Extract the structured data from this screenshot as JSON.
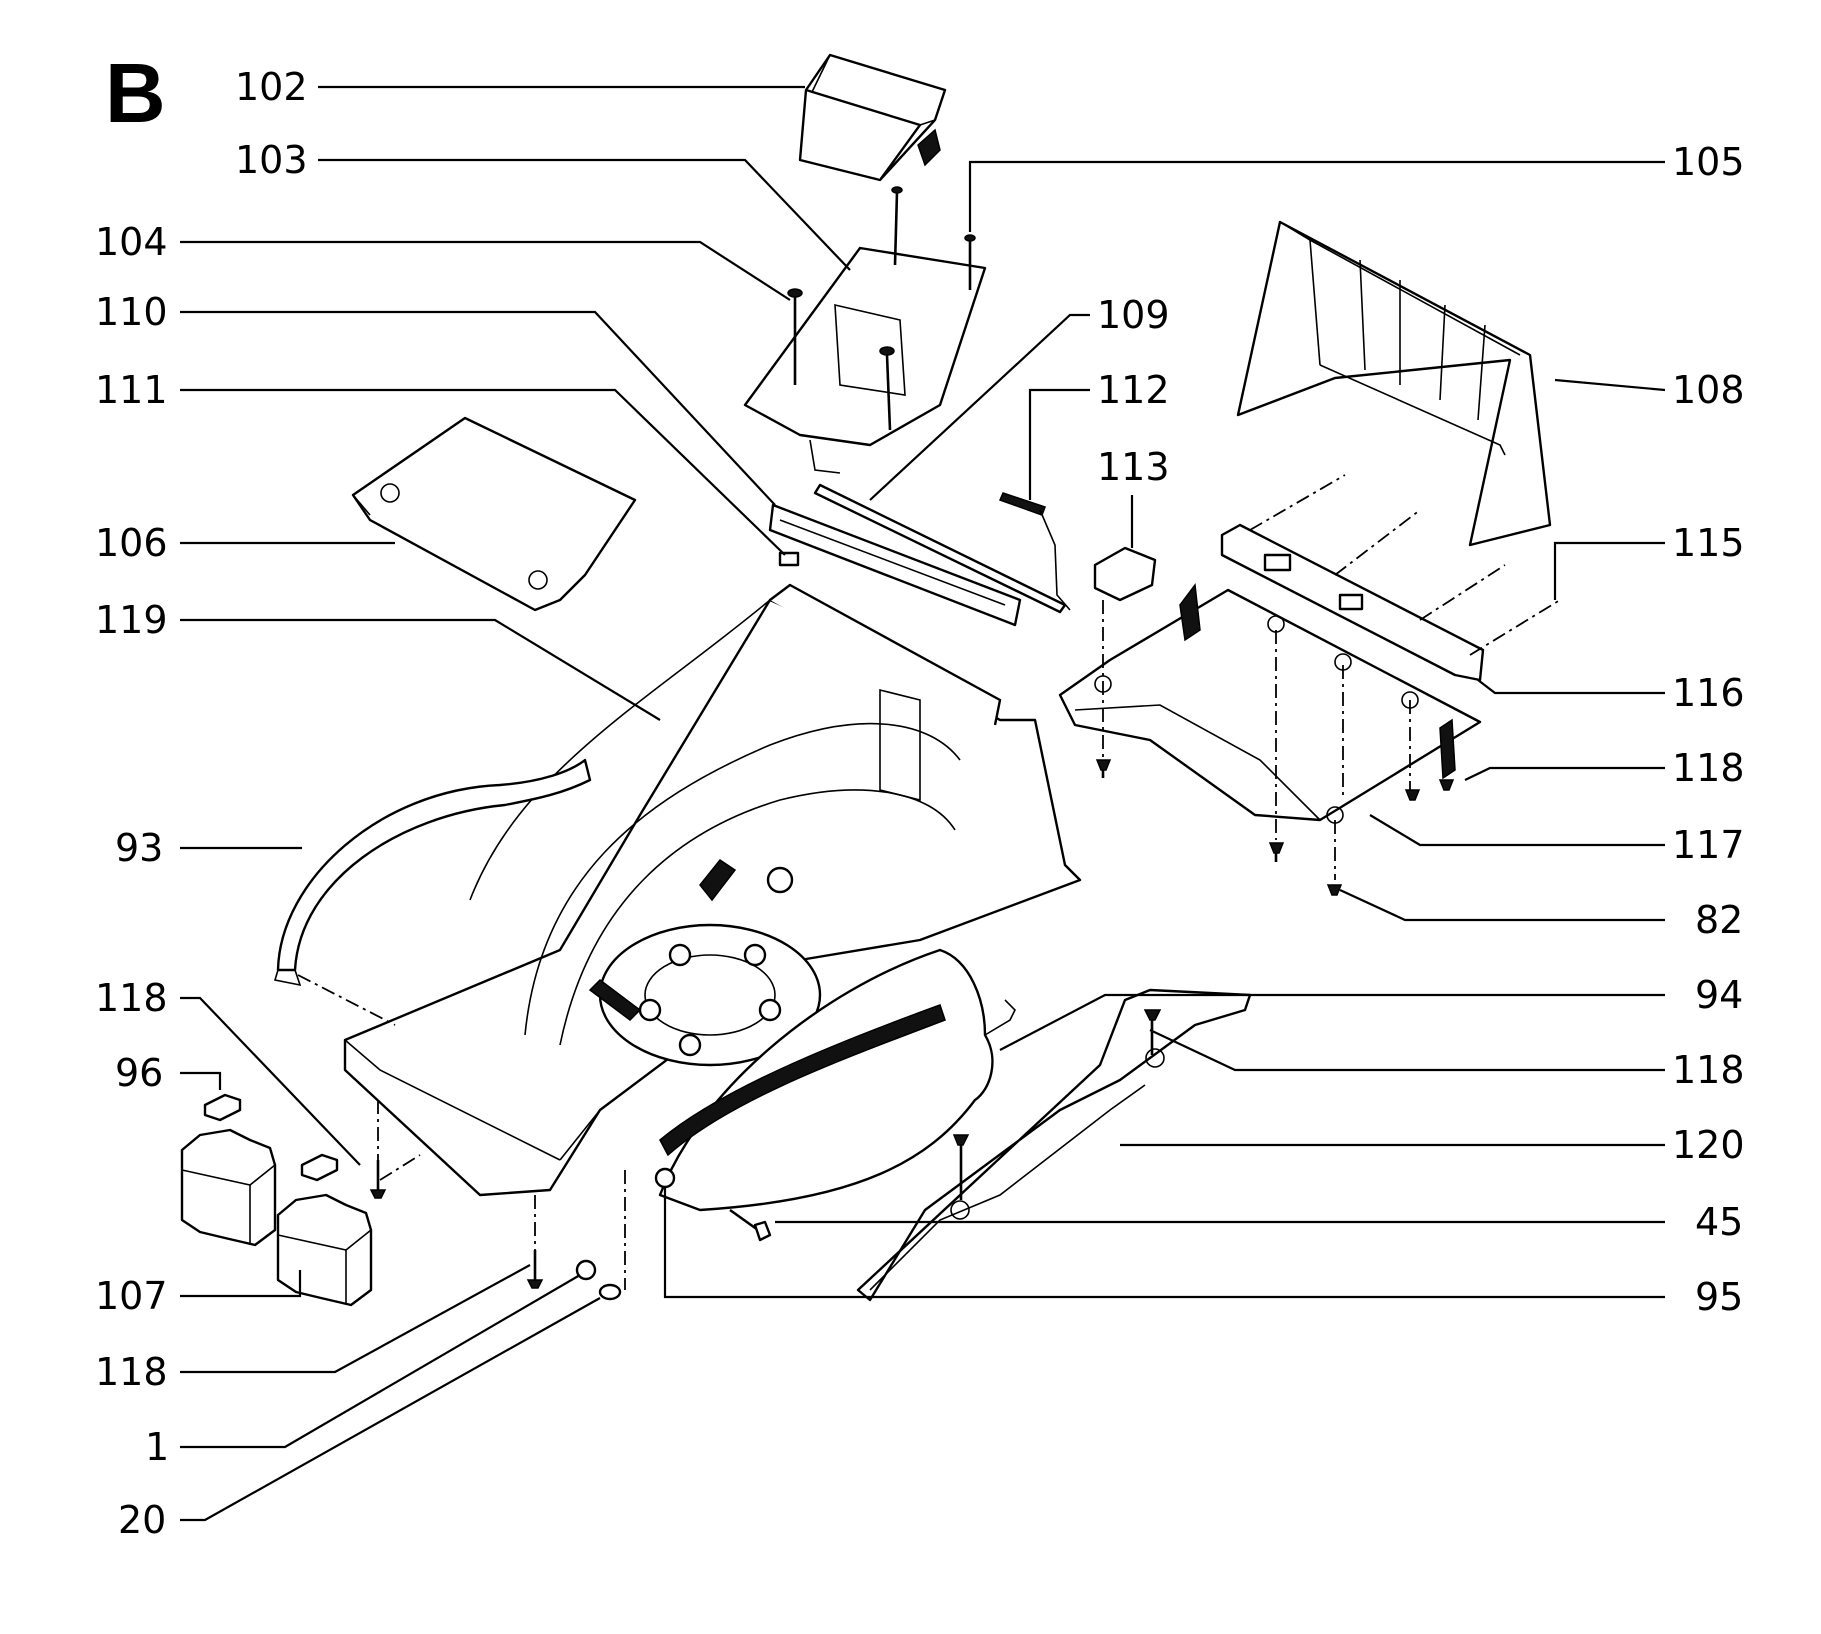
{
  "section_letter": "B",
  "labels": {
    "l102": "102",
    "l103": "103",
    "l104": "104",
    "l105": "105",
    "l106": "106",
    "l107": "107",
    "l108": "108",
    "l109": "109",
    "l110": "110",
    "l111": "111",
    "l112": "112",
    "l113": "113",
    "l115": "115",
    "l116": "116",
    "l117": "117",
    "l118a": "118",
    "l118b": "118",
    "l118c": "118",
    "l118d": "118",
    "l119": "119",
    "l120": "120",
    "l93": "93",
    "l94": "94",
    "l95": "95",
    "l96": "96",
    "l82": "82",
    "l45": "45",
    "l1": "1",
    "l20": "20"
  }
}
